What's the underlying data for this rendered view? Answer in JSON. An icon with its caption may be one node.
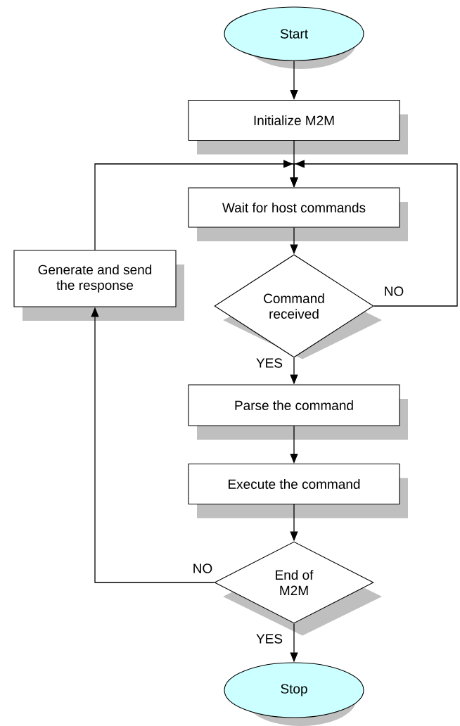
{
  "diagram": {
    "nodes": [
      {
        "text": [
          "Start"
        ]
      },
      {
        "text": [
          "Initialize M2M"
        ]
      },
      {
        "text": [
          "Wait for host commands"
        ]
      },
      {
        "text": [
          "Command received"
        ]
      },
      {
        "text": [
          "Parse the command"
        ]
      },
      {
        "text": [
          "Execute the command"
        ]
      },
      {
        "text": [
          "End of M2M"
        ]
      },
      {
        "text": [
          "Stop"
        ]
      },
      {
        "text": [
          "Generate and send the response"
        ]
      }
    ],
    "edges": [
      {
        "from": 0,
        "to": 1,
        "arrow": "to"
      },
      {
        "from": 1,
        "to": 2,
        "arrow": "to"
      },
      {
        "from": 2,
        "to": 3,
        "arrow": "to"
      },
      {
        "from": 3,
        "to": 4,
        "arrow": "to",
        "label": "YES"
      },
      {
        "from": 4,
        "to": 5,
        "arrow": "to"
      },
      {
        "from": 5,
        "to": 6,
        "arrow": "to"
      },
      {
        "from": 6,
        "to": 7,
        "arrow": "to",
        "label": "YES"
      },
      {
        "from": 6,
        "to": 8,
        "arrow": "to",
        "label": "NO"
      },
      {
        "from": 8,
        "to": 2,
        "arrow": "to"
      },
      {
        "from": 3,
        "to": 2,
        "arrow": "to",
        "label": "NO"
      }
    ]
  }
}
